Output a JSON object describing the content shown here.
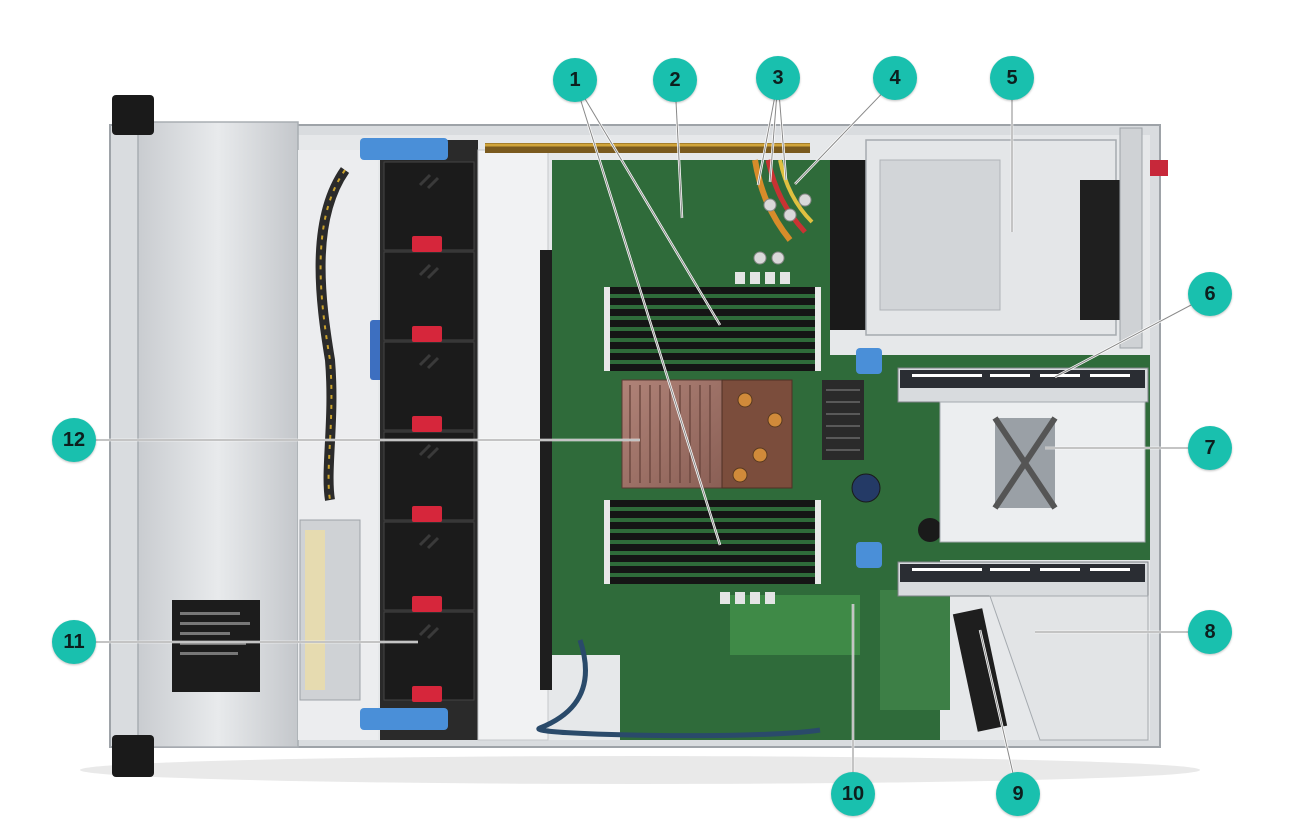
{
  "callouts": {
    "c1": "1",
    "c2": "2",
    "c3": "3",
    "c4": "4",
    "c5": "5",
    "c6": "6",
    "c7": "7",
    "c8": "8",
    "c9": "9",
    "c10": "10",
    "c11": "11",
    "c12": "12"
  },
  "colors": {
    "callout": "#19c0ae",
    "pcb": "#2f6b3a",
    "chassis": "#d8dbde",
    "fan_tab": "#d6263b",
    "clip_blue": "#4a8fd8"
  }
}
